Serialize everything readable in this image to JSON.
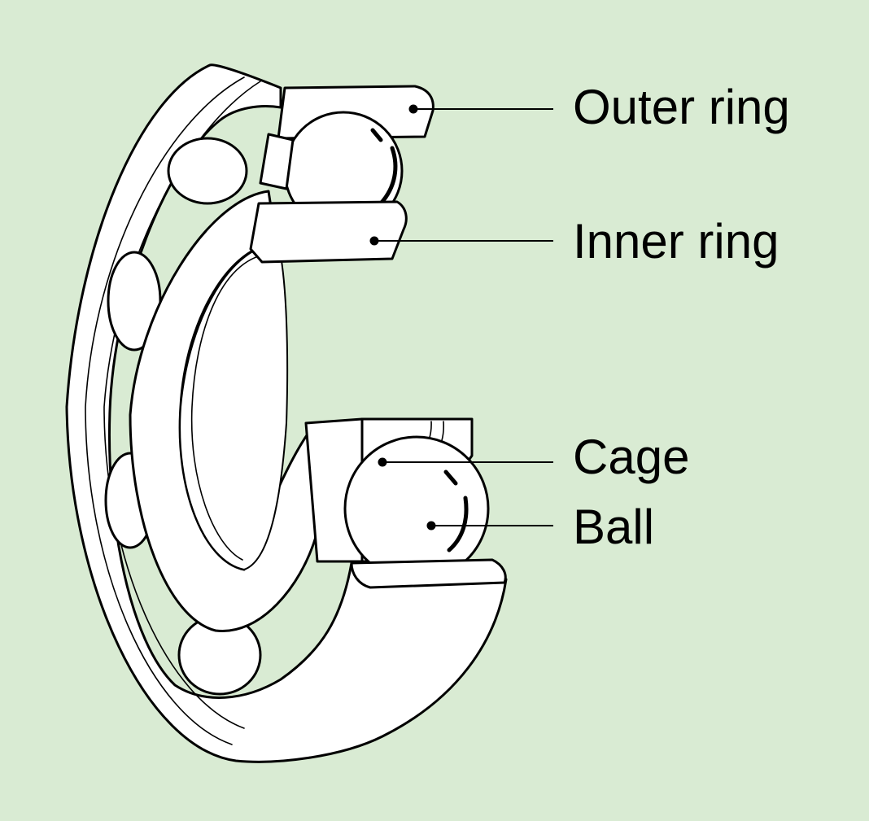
{
  "labels": {
    "outer_ring": "Outer ring",
    "inner_ring": "Inner ring",
    "cage": "Cage",
    "ball": "Ball"
  },
  "colors": {
    "background": "#d9ebd3",
    "part_fill": "#ffffff",
    "stroke": "#000000"
  }
}
